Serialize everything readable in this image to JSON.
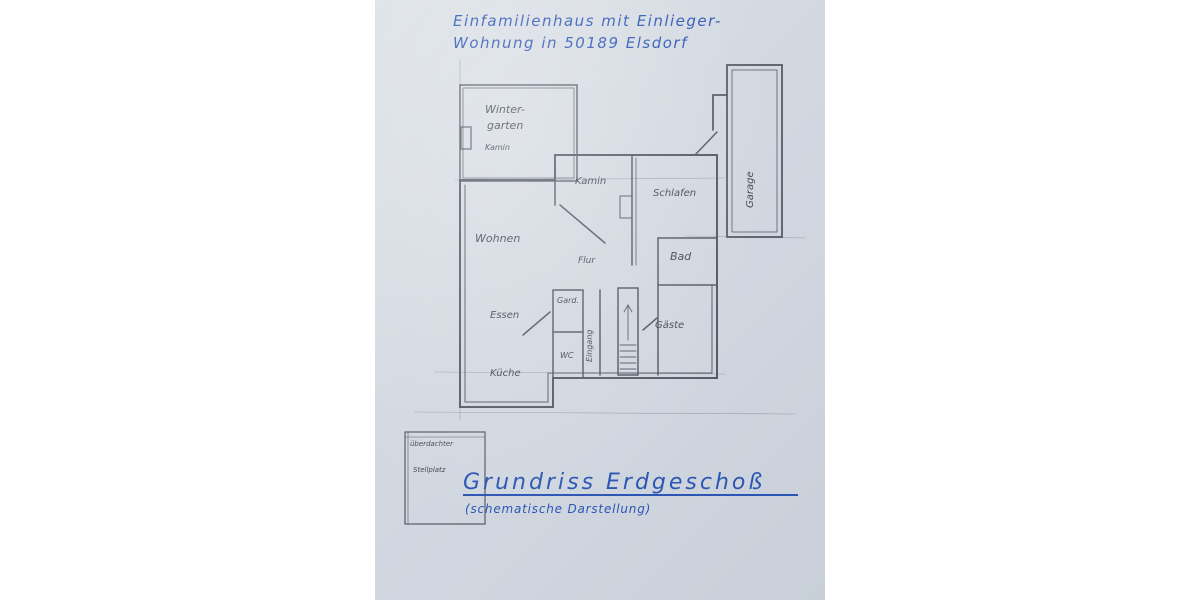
{
  "header": {
    "line1": "Einfamilienhaus mit Einlieger-",
    "line2": "Wohnung in 50189 Elsdorf"
  },
  "rooms": {
    "wintergarten_1": "Winter-",
    "wintergarten_2": "garten",
    "kamin_wg": "Kamin",
    "kamin": "Kamin",
    "schlafen": "Schlafen",
    "wohnen": "Wohnen",
    "flur": "Flur",
    "bad": "Bad",
    "garderobe": "Gard.",
    "essen": "Essen",
    "eingang": "Eingang",
    "gaeste": "Gäste",
    "wc": "WC",
    "kueche": "Küche",
    "garage": "Garage",
    "stellplatz_1": "überdachter",
    "stellplatz_2": "Stellplatz"
  },
  "footer": {
    "title": "Grundriss Erdgeschoß",
    "subtitle": "(schematische Darstellung)"
  },
  "colors": {
    "ink_blue": "#2b56b3",
    "pencil": "#555b66",
    "paper": "#d6dce4"
  }
}
